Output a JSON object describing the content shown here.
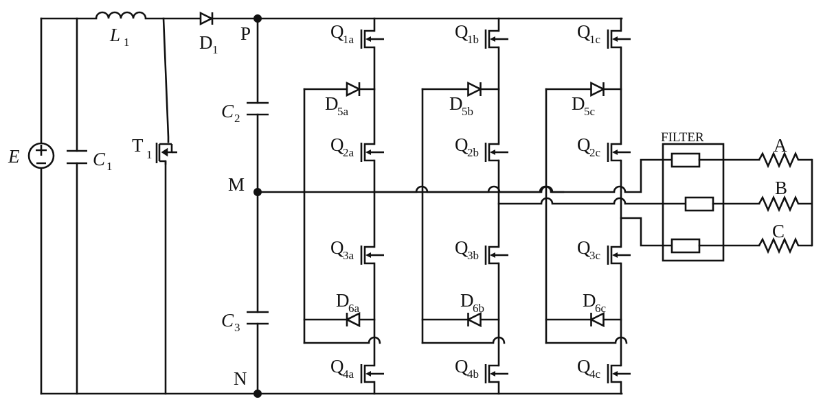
{
  "labels": {
    "source": "E",
    "inductor_main": "L",
    "inductor_sub": "1",
    "diode_boost_main": "D",
    "diode_boost_sub": "1",
    "cap_input_main": "C",
    "cap_input_sub": "1",
    "switch_boost_main": "T",
    "switch_boost_sub": "1",
    "cap_upper_main": "C",
    "cap_upper_sub": "2",
    "cap_lower_main": "C",
    "cap_lower_sub": "3",
    "node_p": "P",
    "node_m": "M",
    "node_n": "N",
    "filter": "FILTER",
    "load_a": "A",
    "load_b": "B",
    "load_c": "C"
  },
  "legs": [
    {
      "q1": "1a",
      "q2": "2a",
      "q3": "3a",
      "q4": "4a",
      "d5": "5a",
      "d6": "6a"
    },
    {
      "q1": "1b",
      "q2": "2b",
      "q3": "3b",
      "q4": "4b",
      "d5": "5b",
      "d6": "6b"
    },
    {
      "q1": "1c",
      "q2": "2c",
      "q3": "3c",
      "q4": "4c",
      "d5": "5c",
      "d6": "6c"
    }
  ],
  "switch_prefix": "Q",
  "diode_prefix": "D"
}
